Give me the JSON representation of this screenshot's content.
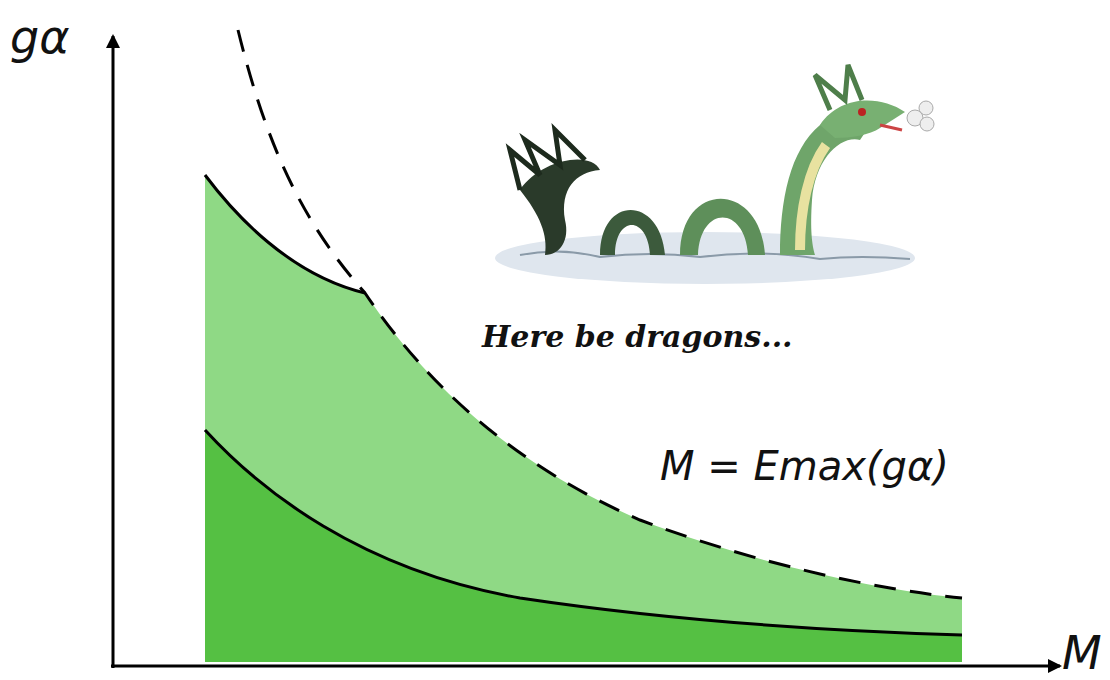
{
  "diagram": {
    "labels": [
      "gα",
      "M",
      "Here be dragons...",
      "M = Emax(gα)"
    ]
  }
}
